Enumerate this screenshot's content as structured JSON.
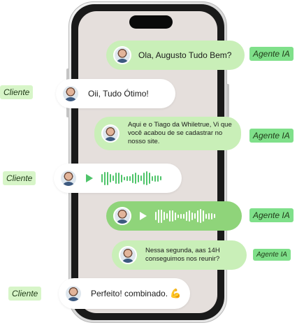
{
  "messages": [
    {
      "sender": "agent",
      "type": "text",
      "text": "Ola, Augusto Tudo Bem?"
    },
    {
      "sender": "client",
      "type": "text",
      "text": "Oii, Tudo Ótimo!"
    },
    {
      "sender": "agent",
      "type": "text",
      "text": "Aqui e o Tiago da Whiletrue, Vi que você acabou de se cadastrar no nosso site."
    },
    {
      "sender": "client",
      "type": "audio"
    },
    {
      "sender": "agent",
      "type": "audio"
    },
    {
      "sender": "agent",
      "type": "text",
      "text": "Nessa segunda, aas 14H conseguimos nos reunir?"
    },
    {
      "sender": "client",
      "type": "text",
      "text": "Perfeito! combinado.",
      "emoji": "💪"
    }
  ],
  "labels": {
    "agent": "Agente IA",
    "client": "Cliente"
  },
  "icons": {
    "play": "play-icon",
    "waveform": "audio-waveform-icon",
    "avatar": "avatar-photo"
  },
  "colors": {
    "agent_bubble": "#c9efb8",
    "agent_audio_bubble": "#8fd47a",
    "client_bubble": "#ffffff",
    "agent_tag": "#7fe08a",
    "client_tag": "#d7f5c8",
    "accent_green": "#4fc46a",
    "screen_bg": "#e5dfdc"
  }
}
